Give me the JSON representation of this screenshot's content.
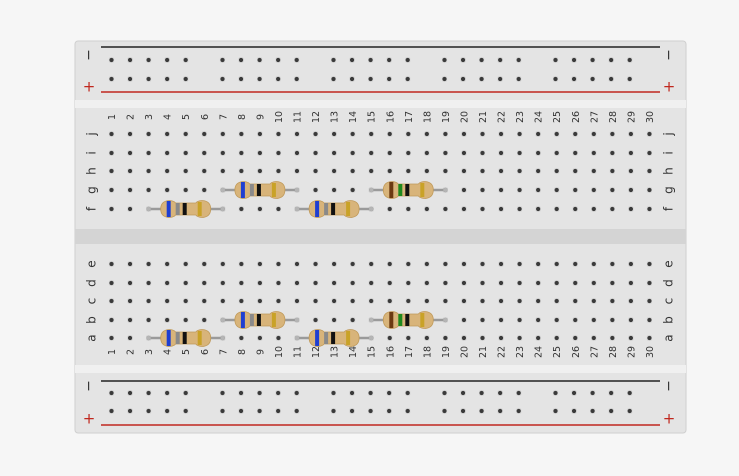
{
  "breadboard": {
    "columns": [
      "1",
      "2",
      "3",
      "4",
      "5",
      "6",
      "7",
      "8",
      "9",
      "10",
      "11",
      "12",
      "13",
      "14",
      "15",
      "16",
      "17",
      "18",
      "19",
      "20",
      "21",
      "22",
      "23",
      "24",
      "25",
      "26",
      "27",
      "28",
      "29",
      "30"
    ],
    "top_rows": [
      "j",
      "i",
      "h",
      "g",
      "f"
    ],
    "bottom_rows": [
      "e",
      "d",
      "c",
      "b",
      "a"
    ],
    "rail_minus_label": "−",
    "rail_plus_label": "+",
    "colors": {
      "board": "#e4e4e4",
      "rail_minus": "#222222",
      "rail_plus": "#c0271e",
      "hole": "#3a3a3a",
      "resistor_body": "#d8b47a",
      "lead": "#9a9a9a"
    }
  },
  "resistors": [
    {
      "section": "top",
      "row": "g",
      "from": 7,
      "to": 11,
      "bands": [
        "#1f3fd1",
        "#8a8a8a",
        "#111111",
        "#c9a227"
      ]
    },
    {
      "section": "top",
      "row": "g",
      "from": 15,
      "to": 19,
      "bands": [
        "#6b3a12",
        "#1e8a1e",
        "#111111",
        "#c9a227"
      ]
    },
    {
      "section": "top",
      "row": "f",
      "from": 3,
      "to": 7,
      "bands": [
        "#1f3fd1",
        "#8a8a8a",
        "#111111",
        "#c9a227"
      ]
    },
    {
      "section": "top",
      "row": "f",
      "from": 11,
      "to": 15,
      "bands": [
        "#1f3fd1",
        "#8a8a8a",
        "#111111",
        "#c9a227"
      ]
    },
    {
      "section": "bottom",
      "row": "b",
      "from": 7,
      "to": 11,
      "bands": [
        "#1f3fd1",
        "#8a8a8a",
        "#111111",
        "#c9a227"
      ]
    },
    {
      "section": "bottom",
      "row": "b",
      "from": 15,
      "to": 19,
      "bands": [
        "#6b3a12",
        "#1e8a1e",
        "#111111",
        "#c9a227"
      ]
    },
    {
      "section": "bottom",
      "row": "a",
      "from": 3,
      "to": 7,
      "bands": [
        "#1f3fd1",
        "#8a8a8a",
        "#111111",
        "#c9a227"
      ]
    },
    {
      "section": "bottom",
      "row": "a",
      "from": 11,
      "to": 15,
      "bands": [
        "#1f3fd1",
        "#8a8a8a",
        "#111111",
        "#c9a227"
      ]
    }
  ]
}
